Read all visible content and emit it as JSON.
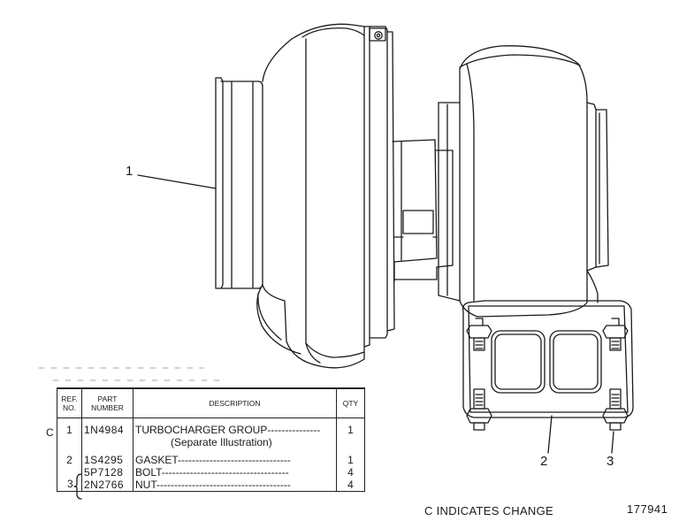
{
  "callouts": {
    "turbocharger": "1",
    "gasket": "2",
    "bolt_nut": "3"
  },
  "table": {
    "headers": {
      "ref": "REF. NO.",
      "part": "PART NUMBER",
      "desc": "DESCRIPTION",
      "qty": "QTY"
    },
    "change_mark": "C",
    "rows": [
      {
        "ref": "1",
        "part": "1N4984",
        "desc": "TURBOCHARGER GROUP---------------",
        "qty": "1"
      },
      {
        "ref": "",
        "part": "",
        "desc": "(Separate Illustration)",
        "qty": ""
      },
      {
        "ref": "2",
        "part": "1S4295",
        "desc": "GASKET--------------------------------",
        "qty": "1"
      },
      {
        "ref": "",
        "part": "5P7128",
        "desc": "BOLT------------------------------------",
        "qty": "4"
      },
      {
        "ref": "",
        "part": "2N2766",
        "desc": "NUT--------------------------------------",
        "qty": "4"
      }
    ],
    "group_ref": "3"
  },
  "footer": {
    "change_note": "C INDICATES CHANGE",
    "drawing_number": "177941"
  }
}
